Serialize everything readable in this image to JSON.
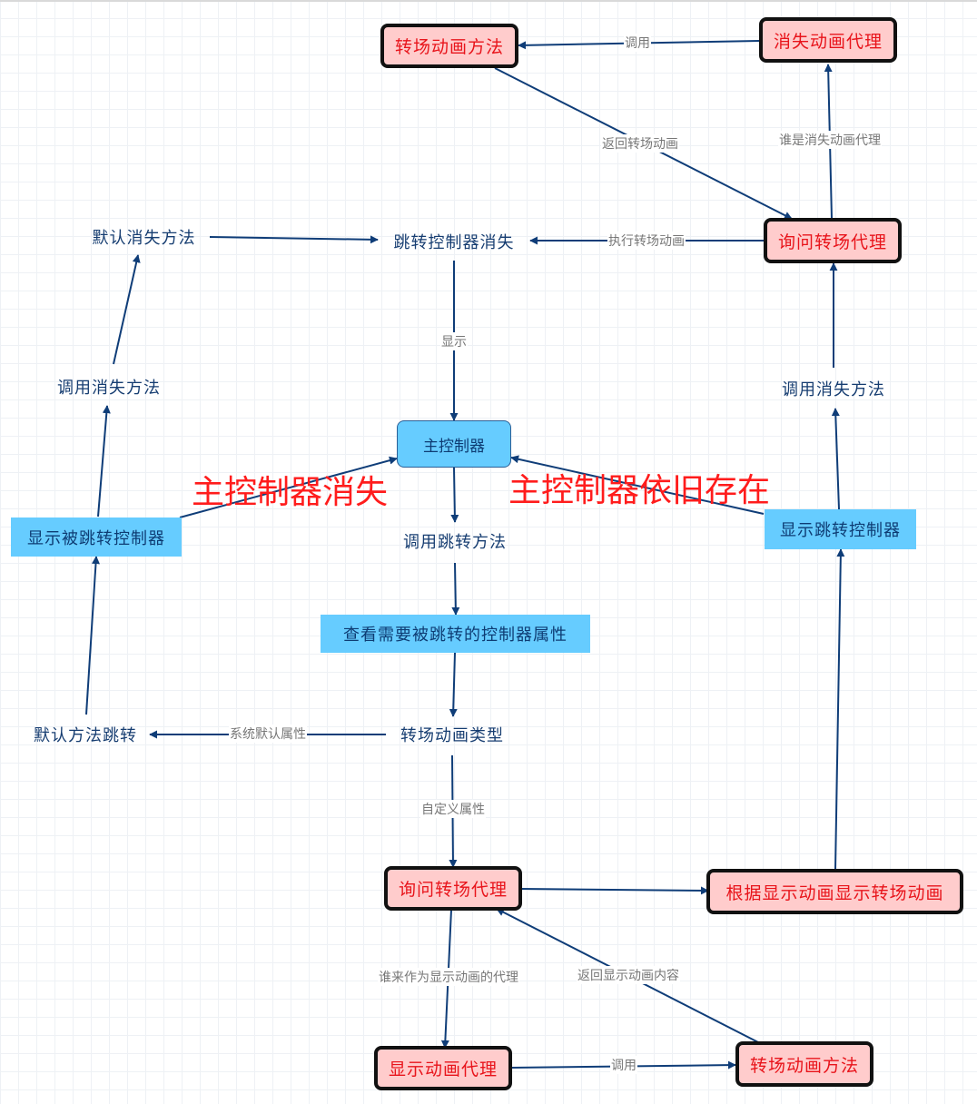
{
  "nodes": {
    "n_trans_top": "转场动画方法",
    "n_dismiss_delegate": "消失动画代理",
    "n_default_dismiss": "默认消失方法",
    "n_jump_dismiss": "跳转控制器消失",
    "n_ask_top": "询问转场代理",
    "n_call_dismiss_left": "调用消失方法",
    "n_call_dismiss_right": "调用消失方法",
    "n_main": "主控制器",
    "n_show_jumped": "显示被跳转控制器",
    "n_call_jump": "调用跳转方法",
    "n_show_jump": "显示跳转控制器",
    "n_check": "查看需要被跳转的控制器属性",
    "n_default_jump": "默认方法跳转",
    "n_type": "转场动画类型",
    "n_ask_bottom": "询问转场代理",
    "n_by_show": "根据显示动画显示转场动画",
    "n_present_delegate": "显示动画代理",
    "n_trans_bottom": "转场动画方法"
  },
  "edge_labels": {
    "call_top": "调用",
    "return_trans": "返回转场动画",
    "who_dismiss": "谁是消失动画代理",
    "exec_trans": "执行转场动画",
    "show": "显示",
    "system_default": "系统默认属性",
    "custom": "自定义属性",
    "who_present": "谁来作为显示动画的代理",
    "return_show": "返回显示动画内容",
    "call_bottom": "调用"
  },
  "annotations": {
    "main_gone": "主控制器消失",
    "main_remains": "主控制器依旧存在"
  },
  "colors": {
    "edge": "#0f3d78",
    "red_node_fill": "#ffcccc",
    "red_node_text": "#e8141b",
    "blue_node_fill": "#66ccff",
    "annotation": "#ff1c1c",
    "edge_label": "#777777"
  }
}
